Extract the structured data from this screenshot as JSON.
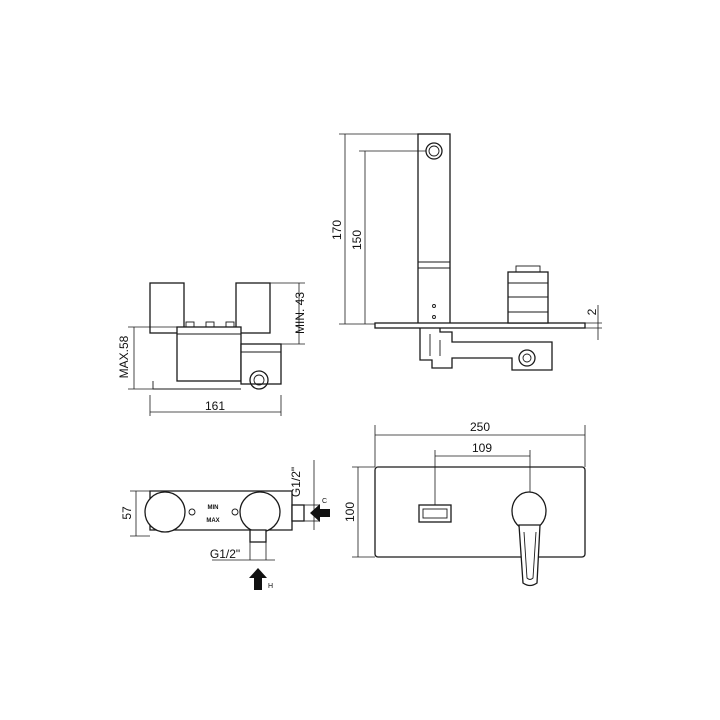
{
  "dimensions": {
    "spout_height_total": "170",
    "spout_height_outlet": "150",
    "plate_thickness": "2",
    "body_max_depth": "MAX.58",
    "body_min_depth": "MIN. 43",
    "body_width": "161",
    "plate_width": "250",
    "plate_height": "100",
    "center_distance": "109",
    "body_depth_top": "57",
    "inlet_size_side": "G1/2\"",
    "inlet_size_bottom": "G1/2\""
  },
  "labels": {
    "body_min": "MIN",
    "body_max": "MAX",
    "cold_inlet": "C",
    "hot_inlet": "H"
  }
}
